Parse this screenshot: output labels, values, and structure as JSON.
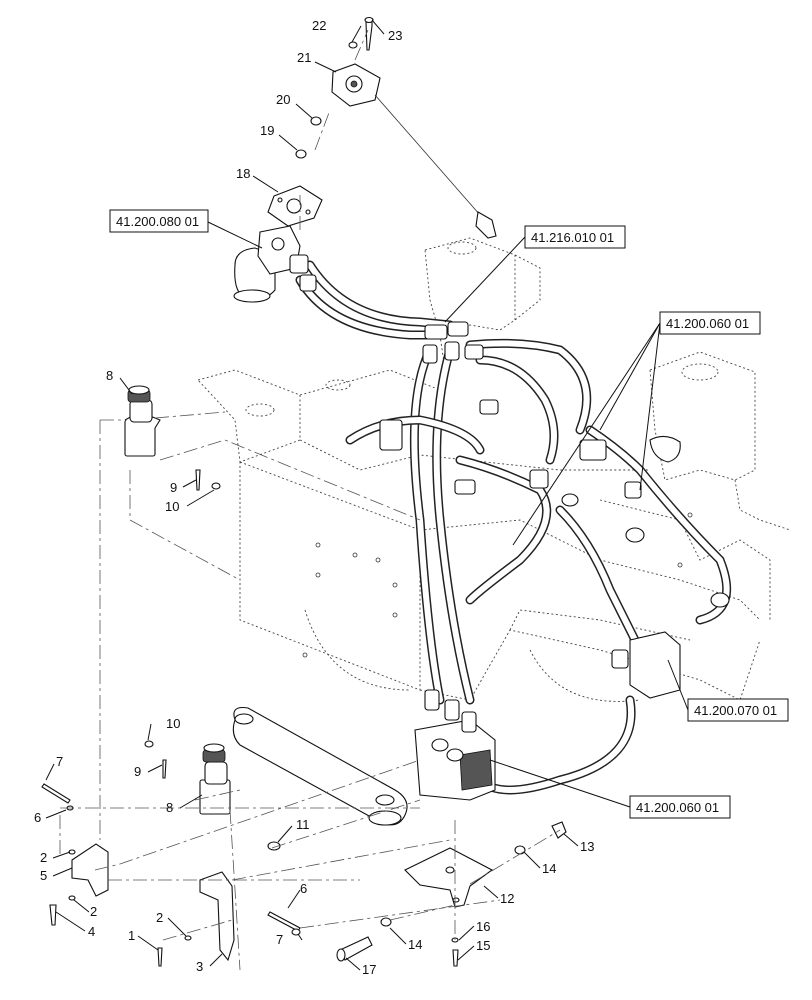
{
  "callouts": [
    "1",
    "2",
    "3",
    "4",
    "5",
    "6",
    "7",
    "8",
    "9",
    "10",
    "11",
    "12",
    "13",
    "14",
    "15",
    "16",
    "17",
    "18",
    "19",
    "20",
    "21",
    "22",
    "23"
  ],
  "references": [
    "41.200.080 01",
    "41.216.010 01",
    "41.200.060 01",
    "41.200.070 01"
  ]
}
